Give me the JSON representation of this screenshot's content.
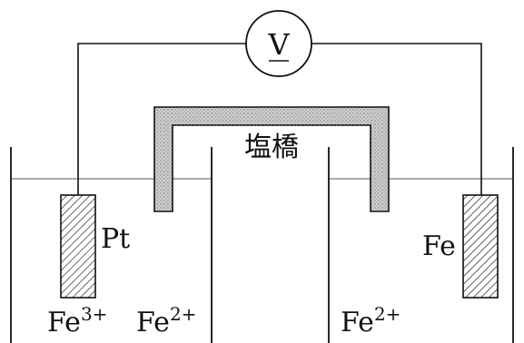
{
  "diagram": {
    "meter_symbol": "V",
    "salt_bridge_label": "塩橋",
    "left_electrode": {
      "label": "Pt",
      "ion_label": "Fe3+",
      "ion_base": "Fe",
      "ion_charge": "3+"
    },
    "right_electrode": {
      "label": "Fe"
    },
    "middle_left_ion": {
      "label": "Fe2+",
      "ion_base": "Fe",
      "ion_charge": "2+"
    },
    "middle_right_ion": {
      "label": "Fe2+",
      "ion_base": "Fe",
      "ion_charge": "2+"
    }
  }
}
